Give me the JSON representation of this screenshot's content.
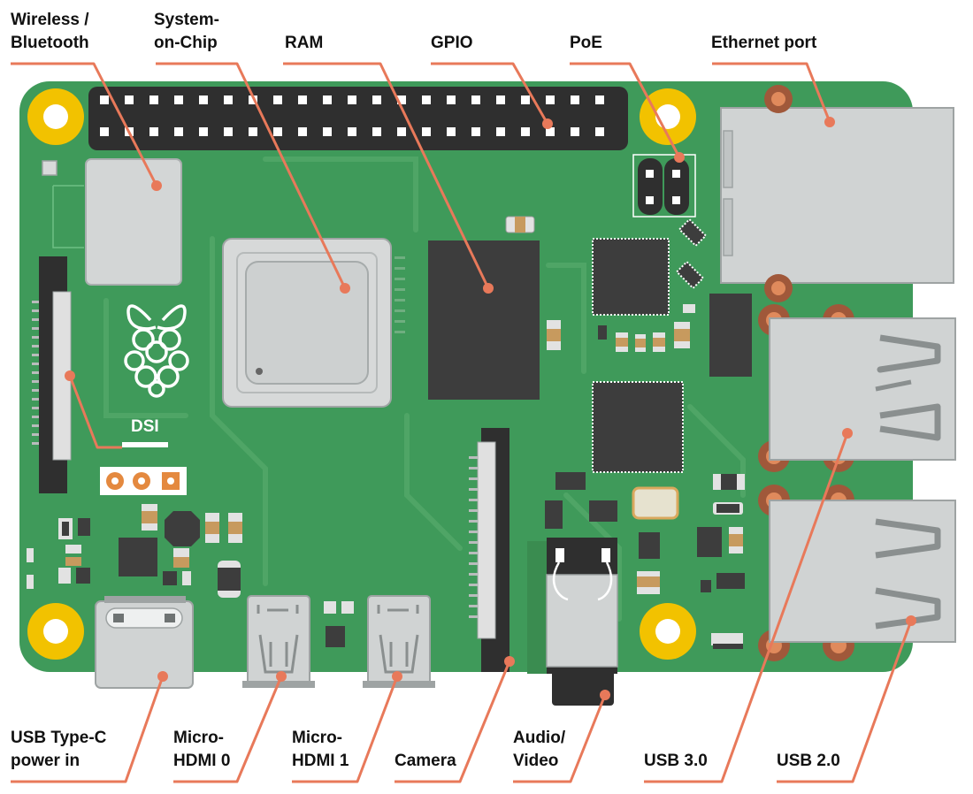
{
  "colors": {
    "board": "#3f9a5a",
    "board_dark": "#338a4d",
    "board_trace": "#54a96b",
    "leader": "#e8795a",
    "mount_hole": "#f2c200",
    "chip": "#3d3d3d",
    "metal": "#cfd2d2",
    "metal_edge": "#9ea3a3",
    "copper": "#a0583a"
  },
  "labels": {
    "wireless": "Wireless /\nBluetooth",
    "soc": "System-\non-Chip",
    "ram": "RAM",
    "gpio": "GPIO",
    "poe": "PoE",
    "ethernet": "Ethernet port",
    "dsi": "DSI",
    "usbc": "USB Type-C\npower in",
    "hdmi0": "Micro-\nHDMI 0",
    "hdmi1": "Micro-\nHDMI 1",
    "camera": "Camera",
    "audio": "Audio/\nVideo",
    "usb3": "USB 3.0",
    "usb2": "USB 2.0"
  }
}
